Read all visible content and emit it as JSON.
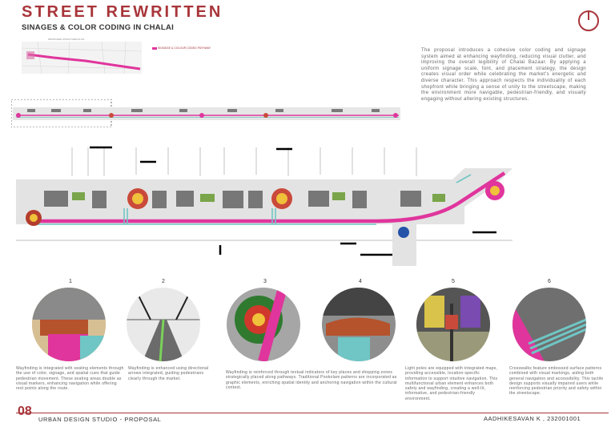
{
  "header": {
    "title": "STREET REWRITTEN",
    "subtitle": "SINAGES & COLOR CODING IN CHALAI"
  },
  "map": {
    "caption": "PROPOSED STRUCTURE PLAN",
    "legend": "SIGNAGE & COLOUR CODED PATHWAY"
  },
  "intro": "The proposal introduces a cohesive color coding and signage system aimed at enhancing wayfinding, reducing visual clutter, and improving the overall legibility of Chalai Bazaar. By applying a uniform signage scale, font, and placement strategy, the design creates visual order while celebrating the market's energetic and diverse character. This approach respects the individuality of each shopfront while bringing a sense of unity to the streetscape, making the environment more navigable, pedestrian-friendly, and visually engaging without altering existing structures.",
  "details": [
    {
      "num": "1",
      "caption": "Wayfinding is integrated with seating elements through the use of color, signage, and spatial cues that guide pedestrian movement. These seating areas double as visual markers, enhancing navigation while offering rest points along the route."
    },
    {
      "num": "2",
      "caption": "Wayfinding is enhanced using directional arrows integrated, guiding pedestrians clearly through the market."
    },
    {
      "num": "3",
      "caption": "Wayfinding is reinforced through textual indicators of key places and shopping zones strategically placed along pathways. Traditional Pookolam patterns are incorporated as graphic elements, enriching spatial identity and anchoring navigation within the cultural context."
    },
    {
      "num": "4",
      "caption": ""
    },
    {
      "num": "5",
      "caption": "Light poles are equipped with integrated maps, providing accessible, location-specific information to support intuitive navigation. This multifunctional urban element enhances both safety and wayfinding, creating a well-lit, informative, and pedestrian-friendly environment."
    },
    {
      "num": "6",
      "caption": "Crosswalks feature embossed surface patterns combined with visual markings, aiding both general navigation and accessibility. This tactile design supports visually impaired users while reinforcing pedestrian priority and safety within the streetscape."
    }
  ],
  "footer": {
    "page": "08",
    "studio": "URBAN DESIGN STUDIO - PROPOSAL",
    "author": "AADHIKESAVAN K , 232001001"
  },
  "colors": {
    "accent": "#a8353a",
    "path_pink": "#e0359c",
    "path_teal": "#6fc6c4"
  }
}
